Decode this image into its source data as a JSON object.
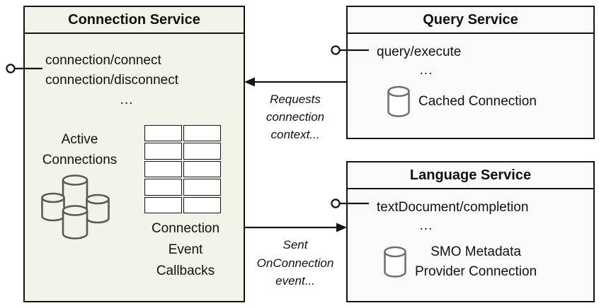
{
  "connection_service": {
    "title": "Connection Service",
    "methods": [
      "connection/connect",
      "connection/disconnect",
      "..."
    ],
    "active_connections": {
      "line1": "Active",
      "line2": "Connections"
    },
    "callbacks": {
      "line1": "Connection",
      "line2": "Event",
      "line3": "Callbacks"
    }
  },
  "query_service": {
    "title": "Query Service",
    "methods": [
      "query/execute",
      "..."
    ],
    "cached_connection_label": "Cached Connection"
  },
  "language_service": {
    "title": "Language Service",
    "methods": [
      "textDocument/completion",
      "..."
    ],
    "smo": {
      "line1": "SMO Metadata",
      "line2": "Provider Connection"
    }
  },
  "annotations": {
    "requests": {
      "line1": "Requests",
      "line2": "connection",
      "line3": "context..."
    },
    "sent": {
      "line1": "Sent",
      "line2": "OnConnection",
      "line3": "event..."
    }
  },
  "colors": {
    "connection_box_bg": "#f2f4ea",
    "service_box_bg": "#fafafb",
    "border": "#141414",
    "cluster_icon_stroke": "#595959",
    "cylinder_icon_stroke": "#6e6e6e"
  }
}
